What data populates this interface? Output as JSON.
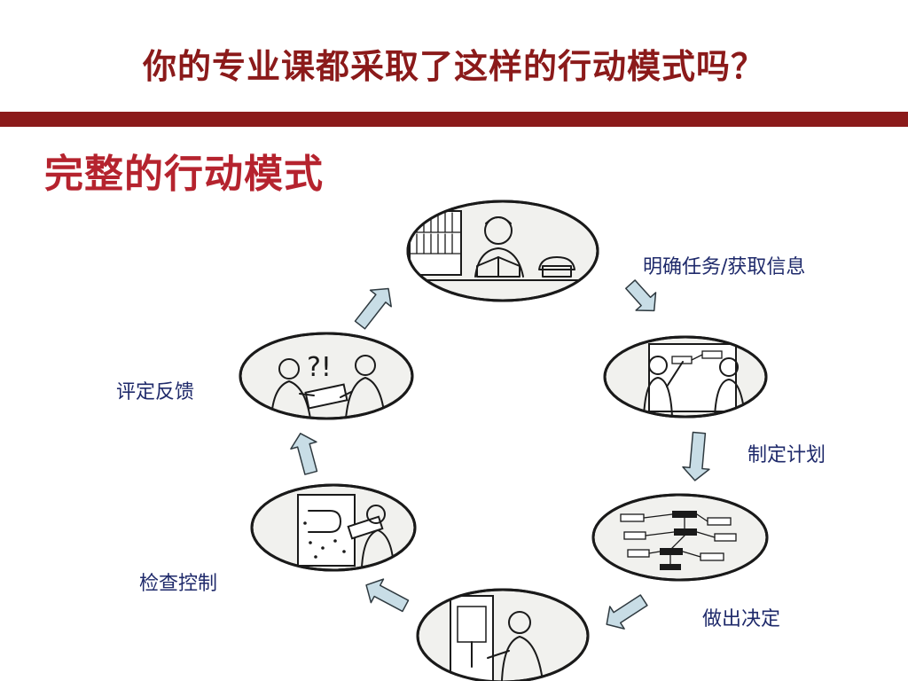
{
  "slide": {
    "title": "你的专业课都采取了这样的行动模式吗？",
    "subtitle": "完整的行动模式",
    "accent_color": "#8b1a1a",
    "subtitle_color": "#b5232e",
    "label_color": "#1f2a6b"
  },
  "cycle": {
    "steps": [
      {
        "label": "明确任务/获取信息",
        "illustration": "person-reading-at-desk"
      },
      {
        "label": "制定计划",
        "illustration": "two-people-at-board"
      },
      {
        "label": "做出决定",
        "illustration": "decision-chart-board"
      },
      {
        "label": "检查控制",
        "illustration": "person-inspecting-workpiece"
      },
      {
        "label": "评定反馈",
        "illustration": "two-people-discussing"
      }
    ],
    "symbols": "?!",
    "arrow_color": "#c8dde6"
  }
}
